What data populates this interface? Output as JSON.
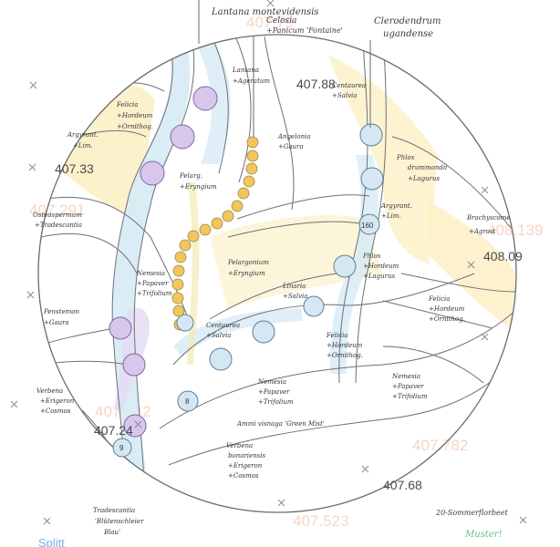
{
  "plan": {
    "top_labels": {
      "lantana": "Lantana montevidensis",
      "celosia": "Celosia",
      "panicum": "+Panicum 'Fontaine'",
      "clerodendrum_1": "Clerodendrum",
      "clerodendrum_2": "ugandense"
    },
    "numbers": {
      "n1": "407.88",
      "n2": "407.33",
      "n3": "408.09",
      "n4": "407.24",
      "n5": "407.68",
      "ghost_1": "407.79",
      "ghost_2": "407.291",
      "ghost_3": "408.139",
      "ghost_4": "407.242",
      "ghost_5": "407.782",
      "ghost_6": "407.523"
    },
    "bed_labels": {
      "felicia_a": "Felicia",
      "hordeum_a": "+Hordeum",
      "ornithog_a": "+Ornithog.",
      "argyran_a": "Argyrant.",
      "lim_a": "+Lim.",
      "lantana_a": "Lantana",
      "ageratum_a": "+Ageratum",
      "centaurea_a": "Centaurea",
      "salvia_a": "+Salvia",
      "angelonia": "Angelonia",
      "gaura_a": "+Gaura",
      "pelarg_a": "Pelarg.",
      "eryngium_a": "+Eryngium",
      "phlox_a": "Phlox",
      "drumm_a": "drummondii",
      "lagurus_a": "+Lagurus",
      "osteo": "Osteospermum",
      "tradesc": "+Tradescantia",
      "argyran_b": "Argyrant.",
      "lim_b": "+Lim.",
      "bracht": "Brachyscome",
      "agrost": "+Agrost",
      "nemesia_a": "Nemesia",
      "papaver_a": "+Papaver",
      "trifol_a": "+Trifolium",
      "pelargonium": "Pelargonium",
      "eryngium_b": "+Eryngium",
      "phlox_b": "Phlox",
      "hordeum_b": "+Hordeum",
      "lagurus_b": "+Lagurus",
      "penstemon": "Penstemon",
      "gaura_b": "+Gaura",
      "linaria": "Linaria",
      "salvia_b": "+Salvia",
      "centaurea_b": "Centaurea",
      "salvia_c": "+Salvia",
      "felicia_b": "Felicia",
      "hordeum_c": "+Hordeum",
      "ornithog_b": "+Ornithog.",
      "felicia_c": "Felicia",
      "hordeum_d": "+Hordeum",
      "ornithog_c": "+Ornithog.",
      "verbena_a": "Verbena",
      "erigeron_a": "+Erigeron",
      "cosmos_a": "+Cosmos",
      "nemesia_b": "Nemesia",
      "papaver_b": "+Papaver",
      "trifol_b": "+Trifolium",
      "nemesia_c": "Nemesia",
      "papaver_c": "+Papaver",
      "trifol_c": "+Trifolium",
      "ammi": "Ammi visnaga 'Green Mist'",
      "verbena_b": "Verbena",
      "bonariensis": "bonariensis",
      "erigeron_b": "+Erigeron",
      "cosmos_b": "+Cosmos",
      "tradescantia_1": "Tradescantia",
      "tradescantia_2": "'Blütenschleier",
      "tradescantia_3": "Blau'"
    },
    "circle_numbers": {
      "c160": "160",
      "c8": "8",
      "c9": "9"
    },
    "footer": {
      "splitt": "Splitt",
      "note": "20-Sommerflorbeet",
      "muster": "Muster!"
    }
  }
}
